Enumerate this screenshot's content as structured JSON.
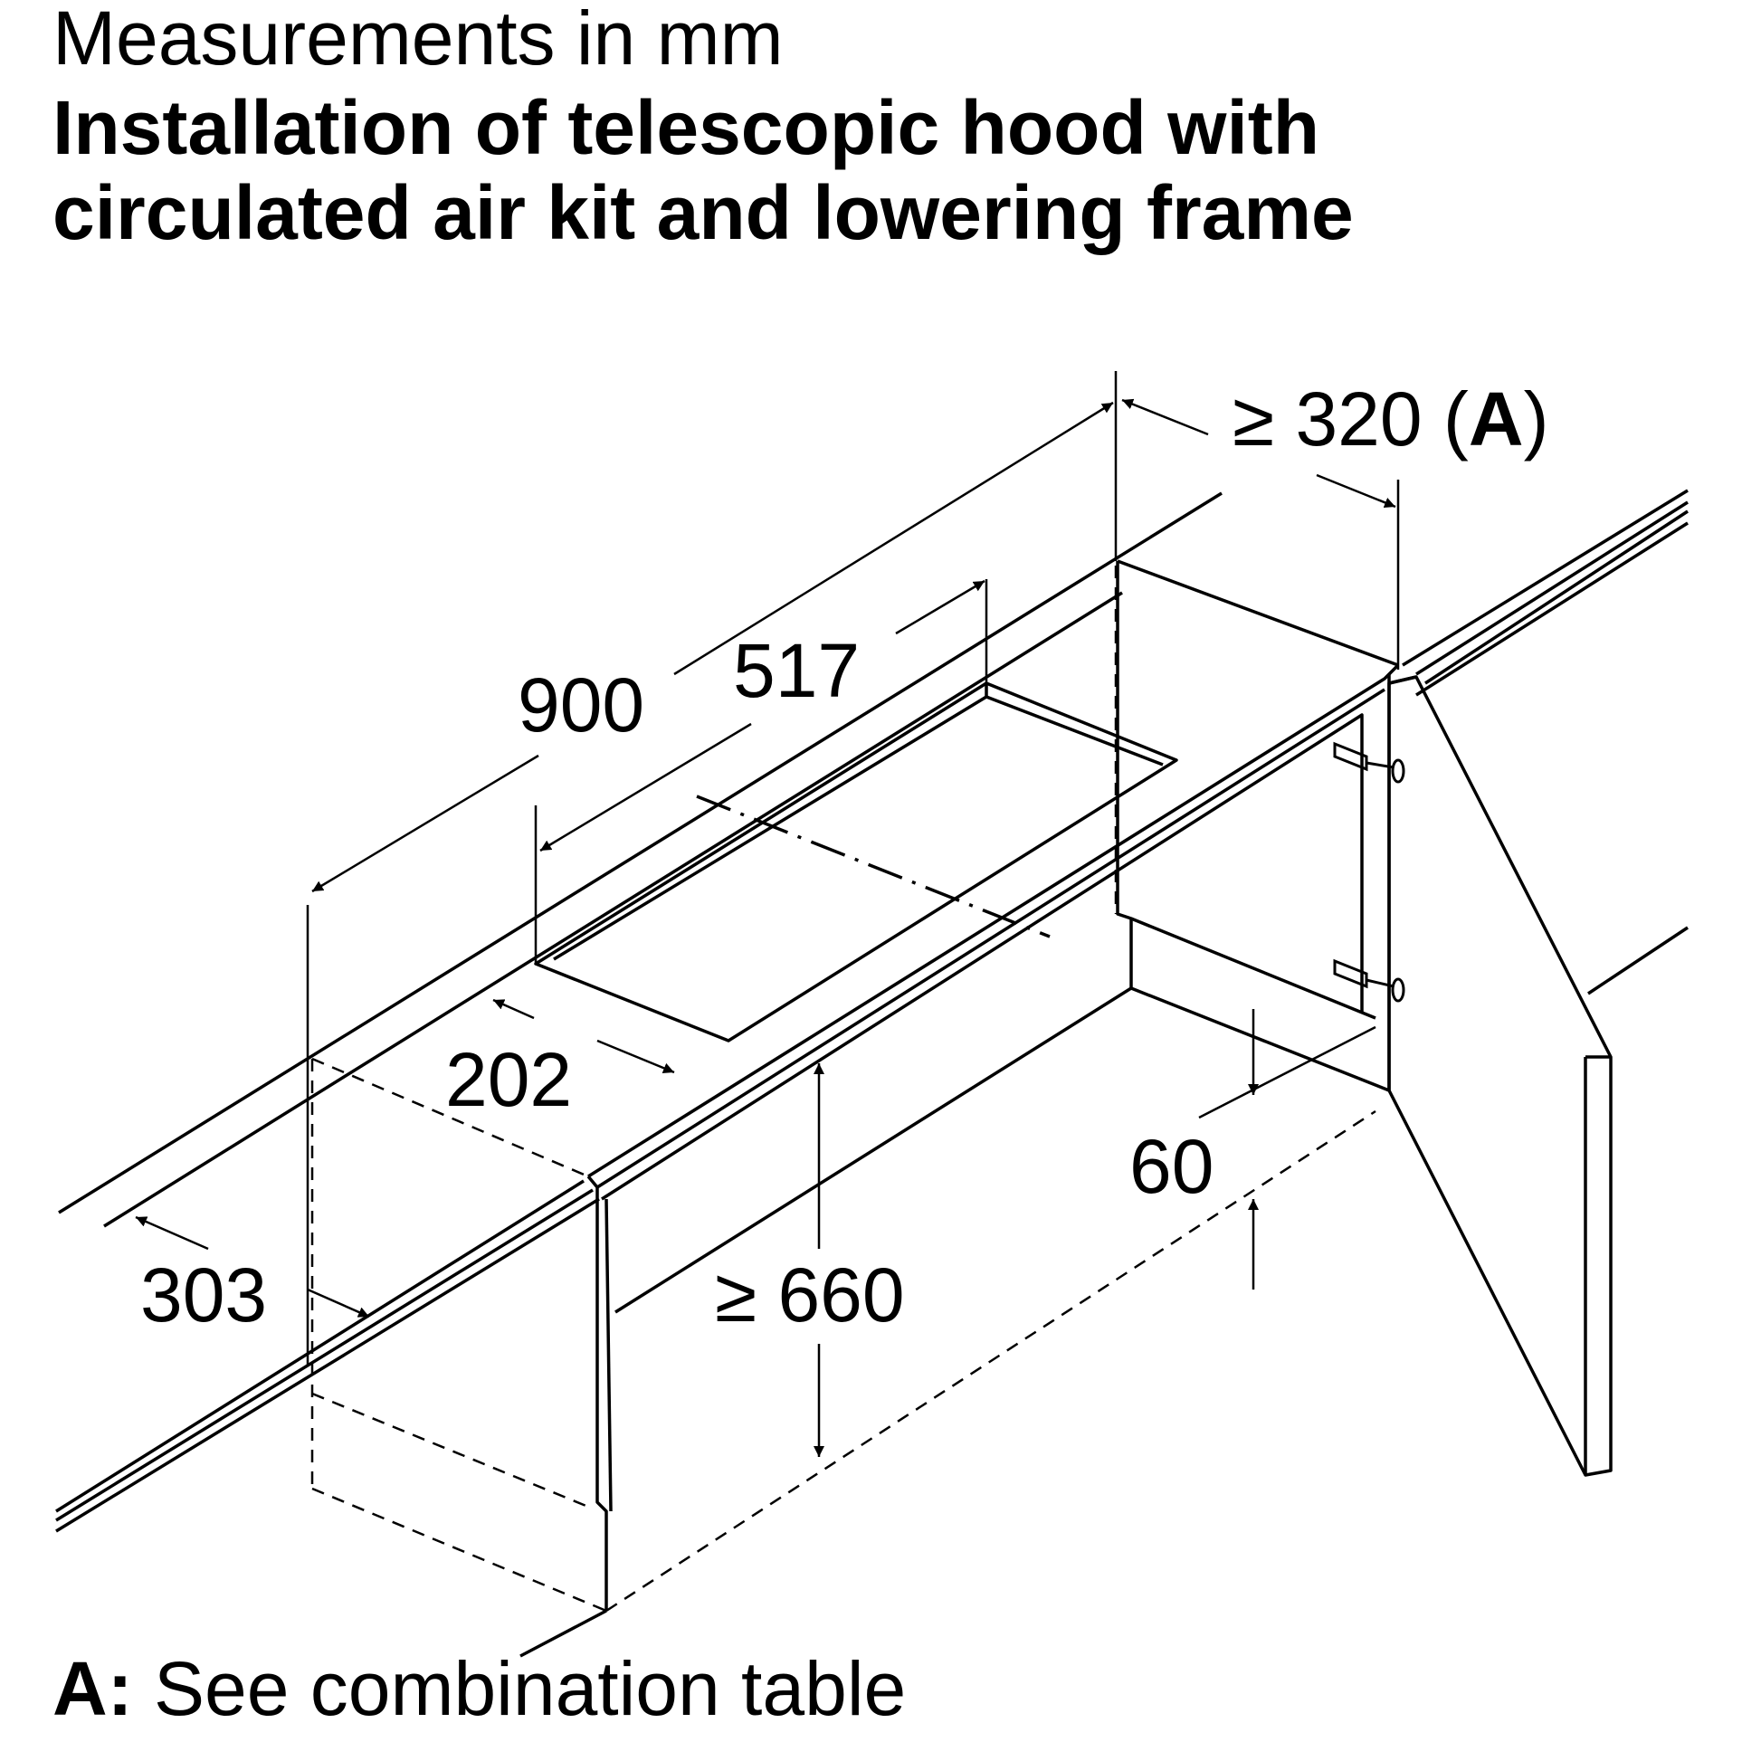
{
  "header": {
    "subtitle": "Measurements in mm",
    "title_line1": "Installation of telescopic hood with",
    "title_line2": "circulated air kit and lowering frame"
  },
  "dimensions": {
    "depth_min_prefix": "≥ 320 (",
    "depth_min_key": "A",
    "depth_min_suffix": ")",
    "width": "900",
    "cutout_width": "517",
    "cutout_depth": "202",
    "front_offset": "303",
    "height_min": "≥ 660",
    "lowering": "60"
  },
  "footnote": {
    "key": "A:",
    "text": " See combination table"
  },
  "colors": {
    "line": "#000000",
    "background": "#ffffff"
  }
}
